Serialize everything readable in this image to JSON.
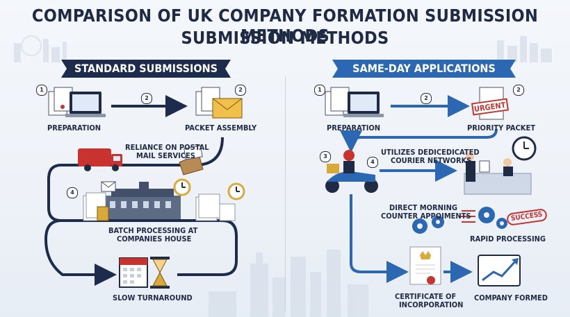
{
  "title": {
    "line1": "COMPARISON OF UK COMPANY FORMATION SUBMISSION METHODS",
    "line2": "SUBMISSION METHODS"
  },
  "standard": {
    "banner": "STANDARD SUBMISSIONS",
    "steps": {
      "preparation": {
        "num": "1",
        "label": "PREPARATION"
      },
      "packet": {
        "num": "2",
        "label": "PACKET ASSEMBLY"
      },
      "postal": {
        "label_line1": "RELIANCE ON POSTAL",
        "label_line2": "MAIL SERVICES"
      },
      "batch": {
        "num": "4",
        "label_line1": "BATCH PROCESSING AT",
        "label_line2": "COMPANIES HOUSE"
      },
      "slow": {
        "label": "SLOW TURNAROUND"
      }
    },
    "arrow_num": "2"
  },
  "sameday": {
    "banner": "SAME-DAY APPLICATIONS",
    "steps": {
      "preparation": {
        "num": "1",
        "label": "PREPARATION"
      },
      "priority": {
        "num": "2",
        "label": "PRIORITY PACKET",
        "stamp": "URGENT"
      },
      "courier": {
        "num": "3",
        "arrow_num": "4",
        "label_line1": "UTILIZES DEDICEDICATED",
        "label_line2": "COURIER NETWORKS"
      },
      "counter": {
        "label_line1": "DIRECT MORNING",
        "label_line2": "COUNTER APPOIMENTS"
      },
      "rapid": {
        "label": "RAPID PROCESSING",
        "stamp": "SUCCESS"
      },
      "certificate": {
        "label_line1": "CERTIFICATE OF",
        "label_line2": "INCORPORATION"
      },
      "formed": {
        "label": "COMPANY FORMED"
      }
    },
    "arrow_num": "2"
  },
  "colors": {
    "navy": "#1d2b4d",
    "blue": "#2b67b3",
    "red": "#c8322f"
  }
}
